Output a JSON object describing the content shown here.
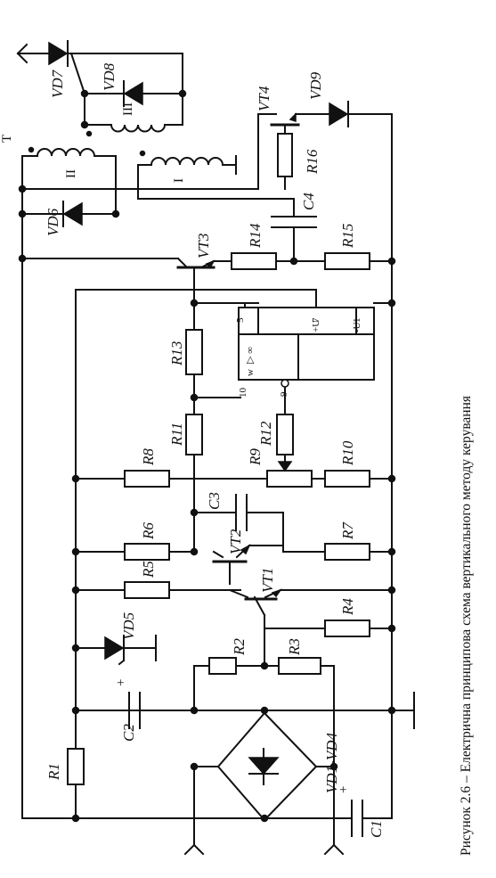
{
  "caption": "Рисунок 2.6 – Електрична принципова схема вертикального методу керування",
  "labels": {
    "VD7": "VD7",
    "VD8": "VD8",
    "VD9": "VD9",
    "VT4": "VT4",
    "R16": "R16",
    "T": "Т",
    "wII": "II",
    "wI": "I",
    "wIII": "III",
    "VD6": "VD6",
    "C4": "C4",
    "R14": "R14",
    "R15": "R15",
    "VT3": "VT3",
    "R13": "R13",
    "R11": "R11",
    "R12": "R12",
    "R8": "R8",
    "R9": "R9",
    "R10": "R10",
    "C3": "C3",
    "R6": "R6",
    "VT2": "VT2",
    "R7": "R7",
    "R5": "R5",
    "VT1": "VT1",
    "R4": "R4",
    "VD5": "VD5",
    "R2": "R2",
    "R3": "R3",
    "C2": "C2",
    "R1": "R1",
    "VD1VD4": "VD1-VD4",
    "C1": "C1"
  },
  "opamp": {
    "pin5": "5",
    "pin7": "7",
    "pin1": "1",
    "pin10": "10",
    "pin9": "9",
    "plusU": "+U",
    "minusU": "-U",
    "w": "w",
    "sym": "▷ ∞"
  },
  "signs": {
    "c1_plus": "+",
    "c2_plus": "+"
  }
}
